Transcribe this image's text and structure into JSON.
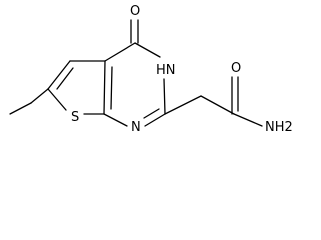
{
  "molecule": {
    "atoms": {
      "oxygen_ketone": "O",
      "nitrogen_nh": "HN",
      "sulfur": "S",
      "nitrogen_ring": "N",
      "oxygen_amide": "O",
      "amide_nh2": "NH2"
    }
  },
  "colors": {
    "ink": "#000000",
    "background": "#ffffff"
  }
}
